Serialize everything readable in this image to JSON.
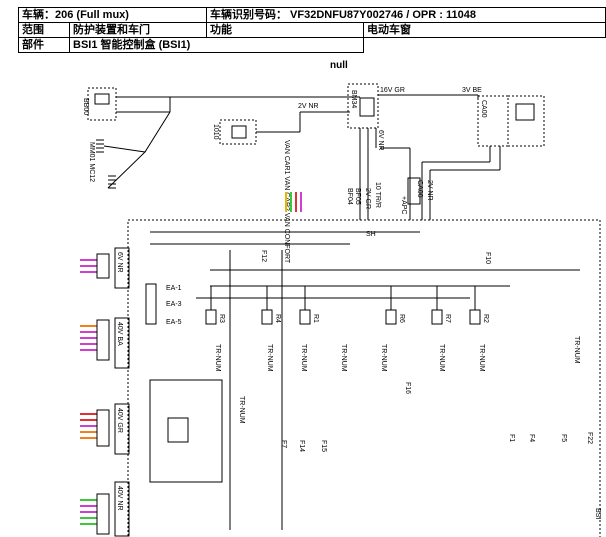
{
  "header": {
    "vehicle": "车辆：206 (Full mux)",
    "vin": "车辆识别号码： VF32DNFU87Y002746 / OPR : 11048",
    "scope_label": "范围",
    "scope_value": "防护装置和车门",
    "function_label": "功能",
    "function_value": "电动车窗",
    "part_label": "部件",
    "part_value": "BSI1 智能控制盒 (BSI1)"
  },
  "diagram": {
    "caption": "null",
    "comp_bb00": "BB00",
    "comp_mm01": "MM01 MC12",
    "comp_1010": "1010",
    "comp_bm34": "BM34",
    "comp_ca00": "CA00",
    "wire_16vgr": "16V GR",
    "wire_3vbe": "3V BE",
    "wire_2vnr": "2V NR",
    "wire_6vnr": "6V NR",
    "bus_signals": "VAN CAR1 VAN CAR2 VAN CONFORT",
    "fuse_bf04": "BF04",
    "fuse_bf05": "BF05",
    "wire_2vgr": "2V GR",
    "label_10trr": "10 TR/R",
    "label_ca00b": "CA00",
    "label_2vnr2": "2V NR",
    "label_apc": "+APC",
    "label_sh": "SH",
    "conn_left": [
      "6V NR",
      "40V BA",
      "40V GR",
      "40V NR"
    ],
    "ea": [
      "EA-1",
      "EA-3",
      "EA-5"
    ],
    "relays": [
      "R3",
      "R4",
      "R1",
      "R6",
      "R7",
      "R2"
    ],
    "fuses": [
      "F12",
      "F10",
      "F7",
      "F14",
      "F15",
      "F1",
      "F4",
      "F5",
      "F22",
      "F16"
    ],
    "trnum": "TR-NUM",
    "bsi_right": "BSI"
  }
}
